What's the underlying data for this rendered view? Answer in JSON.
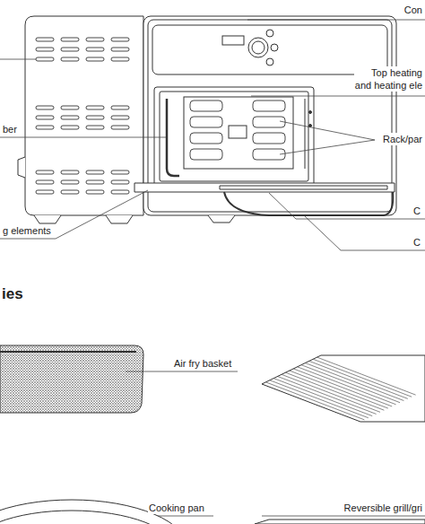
{
  "diagram": {
    "title": "ies",
    "labels": [
      "Con",
      "Top heating and heating ele",
      "ber",
      "Rack/par",
      "g elements",
      "C",
      "C",
      "Air fry basket",
      "Reversible grill/gri",
      "Cooking pan"
    ]
  }
}
